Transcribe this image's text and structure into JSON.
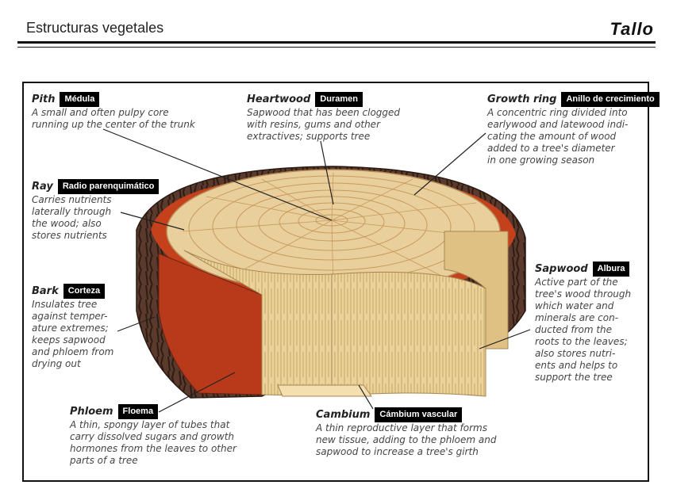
{
  "header": {
    "left_title": "Estructuras vegetales",
    "right_title": "Tallo"
  },
  "labels": {
    "pith": {
      "term": "Pith",
      "tag": "Médula",
      "desc": [
        "A small and often pulpy core",
        "running up the center of the trunk"
      ]
    },
    "heartwood": {
      "term": "Heartwood",
      "tag": "Duramen",
      "desc": [
        "Sapwood that has been clogged",
        "with resins, gums and other",
        "extractives; supports tree"
      ]
    },
    "growth_ring": {
      "term": "Growth ring",
      "tag": "Anillo de crecimiento",
      "desc": [
        "A concentric ring divided into",
        "earlywood and latewood indi-",
        "cating the amount of wood",
        "added to a tree's diameter",
        "in one growing season"
      ]
    },
    "ray": {
      "term": "Ray",
      "tag": "Radio parenquimático",
      "desc": [
        "Carries nutrients",
        "laterally through",
        "the wood; also",
        "stores nutrients"
      ]
    },
    "bark": {
      "term": "Bark",
      "tag": "Corteza",
      "desc": [
        "Insulates tree",
        "against temper-",
        "ature extremes;",
        "keeps sapwood",
        "and phloem from",
        "drying out"
      ]
    },
    "sapwood": {
      "term": "Sapwood",
      "tag": "Albura",
      "desc": [
        "Active part of the",
        "tree's wood through",
        "which water and",
        "minerals are con-",
        "ducted from the",
        "roots to the leaves;",
        "also stores nutri-",
        "ents and helps to",
        "support the tree"
      ]
    },
    "phloem": {
      "term": "Phloem",
      "tag": "Floema",
      "desc": [
        "A thin, spongy layer of tubes that",
        "carry dissolved sugars and growth",
        "hormones from the leaves to other",
        "parts of a tree"
      ]
    },
    "cambium": {
      "term": "Cambium",
      "tag": "Cámbium vascular",
      "desc": [
        "A thin reproductive layer that forms",
        "new tissue, adding to the phloem and",
        "sapwood to increase a tree's girth"
      ]
    }
  },
  "colors": {
    "bark": "#5a3a2c",
    "phloem": "#c4411c",
    "sapwood": "#ead29a",
    "heartwood": "#e3c493",
    "rings": "#c89a5e",
    "tag_bg": "#000000"
  }
}
